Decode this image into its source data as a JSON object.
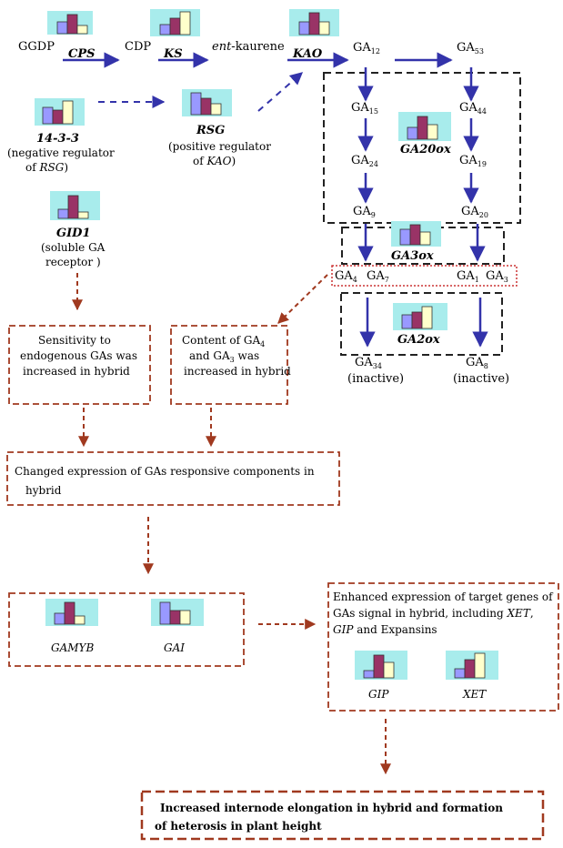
{
  "pathway": {
    "ggdp": "GGDP",
    "cps": "CPS",
    "cdp": "CDP",
    "ks": "KS",
    "ent": "ent",
    "kaurene": "-kaurene",
    "kao": "KAO",
    "ga": "GA",
    "ga12_sub": "12",
    "ga53_sub": "53",
    "ga15_sub": "15",
    "ga44_sub": "44",
    "ga24_sub": "24",
    "ga19_sub": "19",
    "ga9_sub": "9",
    "ga20_sub": "20",
    "ga4_sub": "4",
    "ga7_sub": "7",
    "ga1_sub": "1",
    "ga3_sub": "3",
    "ga34_sub": "34",
    "ga8_sub": "8",
    "inactive": "(inactive)",
    "ga20ox": "GA20ox",
    "ga3ox": "GA3ox",
    "ga2ox": "GA2ox"
  },
  "regulators": {
    "r1433": "14-3-3",
    "r1433_line1": "(negative regulator",
    "r1433_line2_pre": "of ",
    "r1433_line2_it": "RSG",
    "r1433_line2_post": ")",
    "rsg": "RSG",
    "rsg_line1": "(positive regulator",
    "rsg_line2_pre": "of ",
    "rsg_line2_it": "KAO",
    "rsg_line2_post": ")",
    "gid1": "GID1",
    "gid1_line1": "(soluble GA",
    "gid1_line2": "receptor )"
  },
  "boxes": {
    "sensitivity": [
      "Sensitivity to",
      "endogenous GAs was",
      "increased in hybrid"
    ],
    "content_l1_pre": "Content of GA",
    "content_l1_sub": "4",
    "content_l2_pre": "and GA",
    "content_l2_sub": "3",
    "content_l2_post": " was",
    "content_l3": "increased in hybrid",
    "changed": [
      "Changed expression of GAs responsive components in",
      "hybrid"
    ],
    "gamyb": "GAMYB",
    "gai": "GAI",
    "enhanced_l1": "Enhanced expression of target genes of",
    "enhanced_l2": "GAs signal in hybrid, including",
    "enhanced_xet": "XET",
    "enhanced_l3_gip": "GIP",
    "enhanced_l3_post": " and Expansins",
    "gip": "GIP",
    "xet": "XET",
    "final": [
      "Increased internode elongation in hybrid and formation",
      "of heterosis in plant height"
    ]
  },
  "colors": {
    "blue_arrow": "#3333aa",
    "brown_dash": "#a0391f",
    "black_dash": "#222222",
    "chart_bg": "#a8ecec",
    "bar1": "#9999ff",
    "bar2": "#993366",
    "bar3": "#ffffcc",
    "red_dot": "#cc3333"
  }
}
